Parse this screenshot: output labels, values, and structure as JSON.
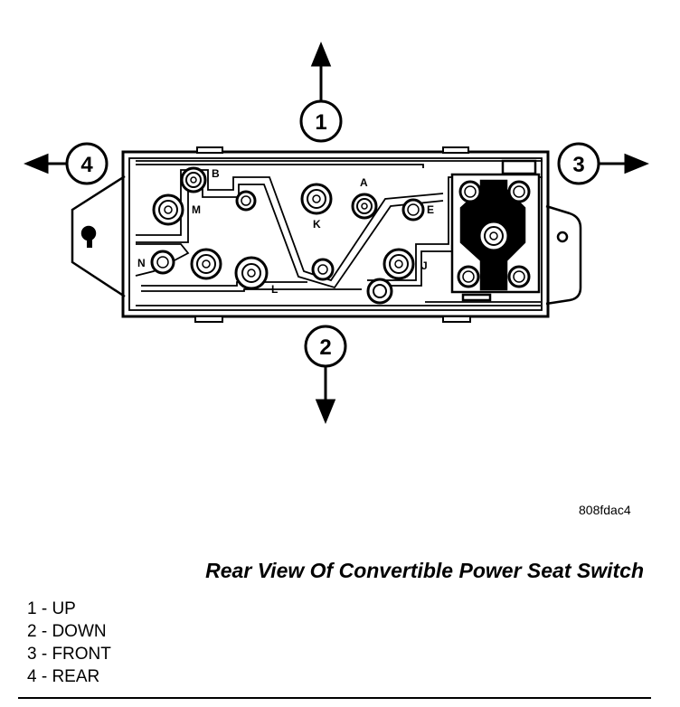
{
  "arrows": [
    {
      "number": "1"
    },
    {
      "number": "2"
    },
    {
      "number": "3"
    },
    {
      "number": "4"
    }
  ],
  "terminals": [
    "A",
    "B",
    "E",
    "J",
    "K",
    "L",
    "M",
    "N"
  ],
  "figure_code": "808fdac4",
  "caption": "Rear View Of Convertible Power Seat Switch",
  "legend": [
    "1 - UP",
    "2 - DOWN",
    "3 - FRONT",
    "4 - REAR"
  ]
}
